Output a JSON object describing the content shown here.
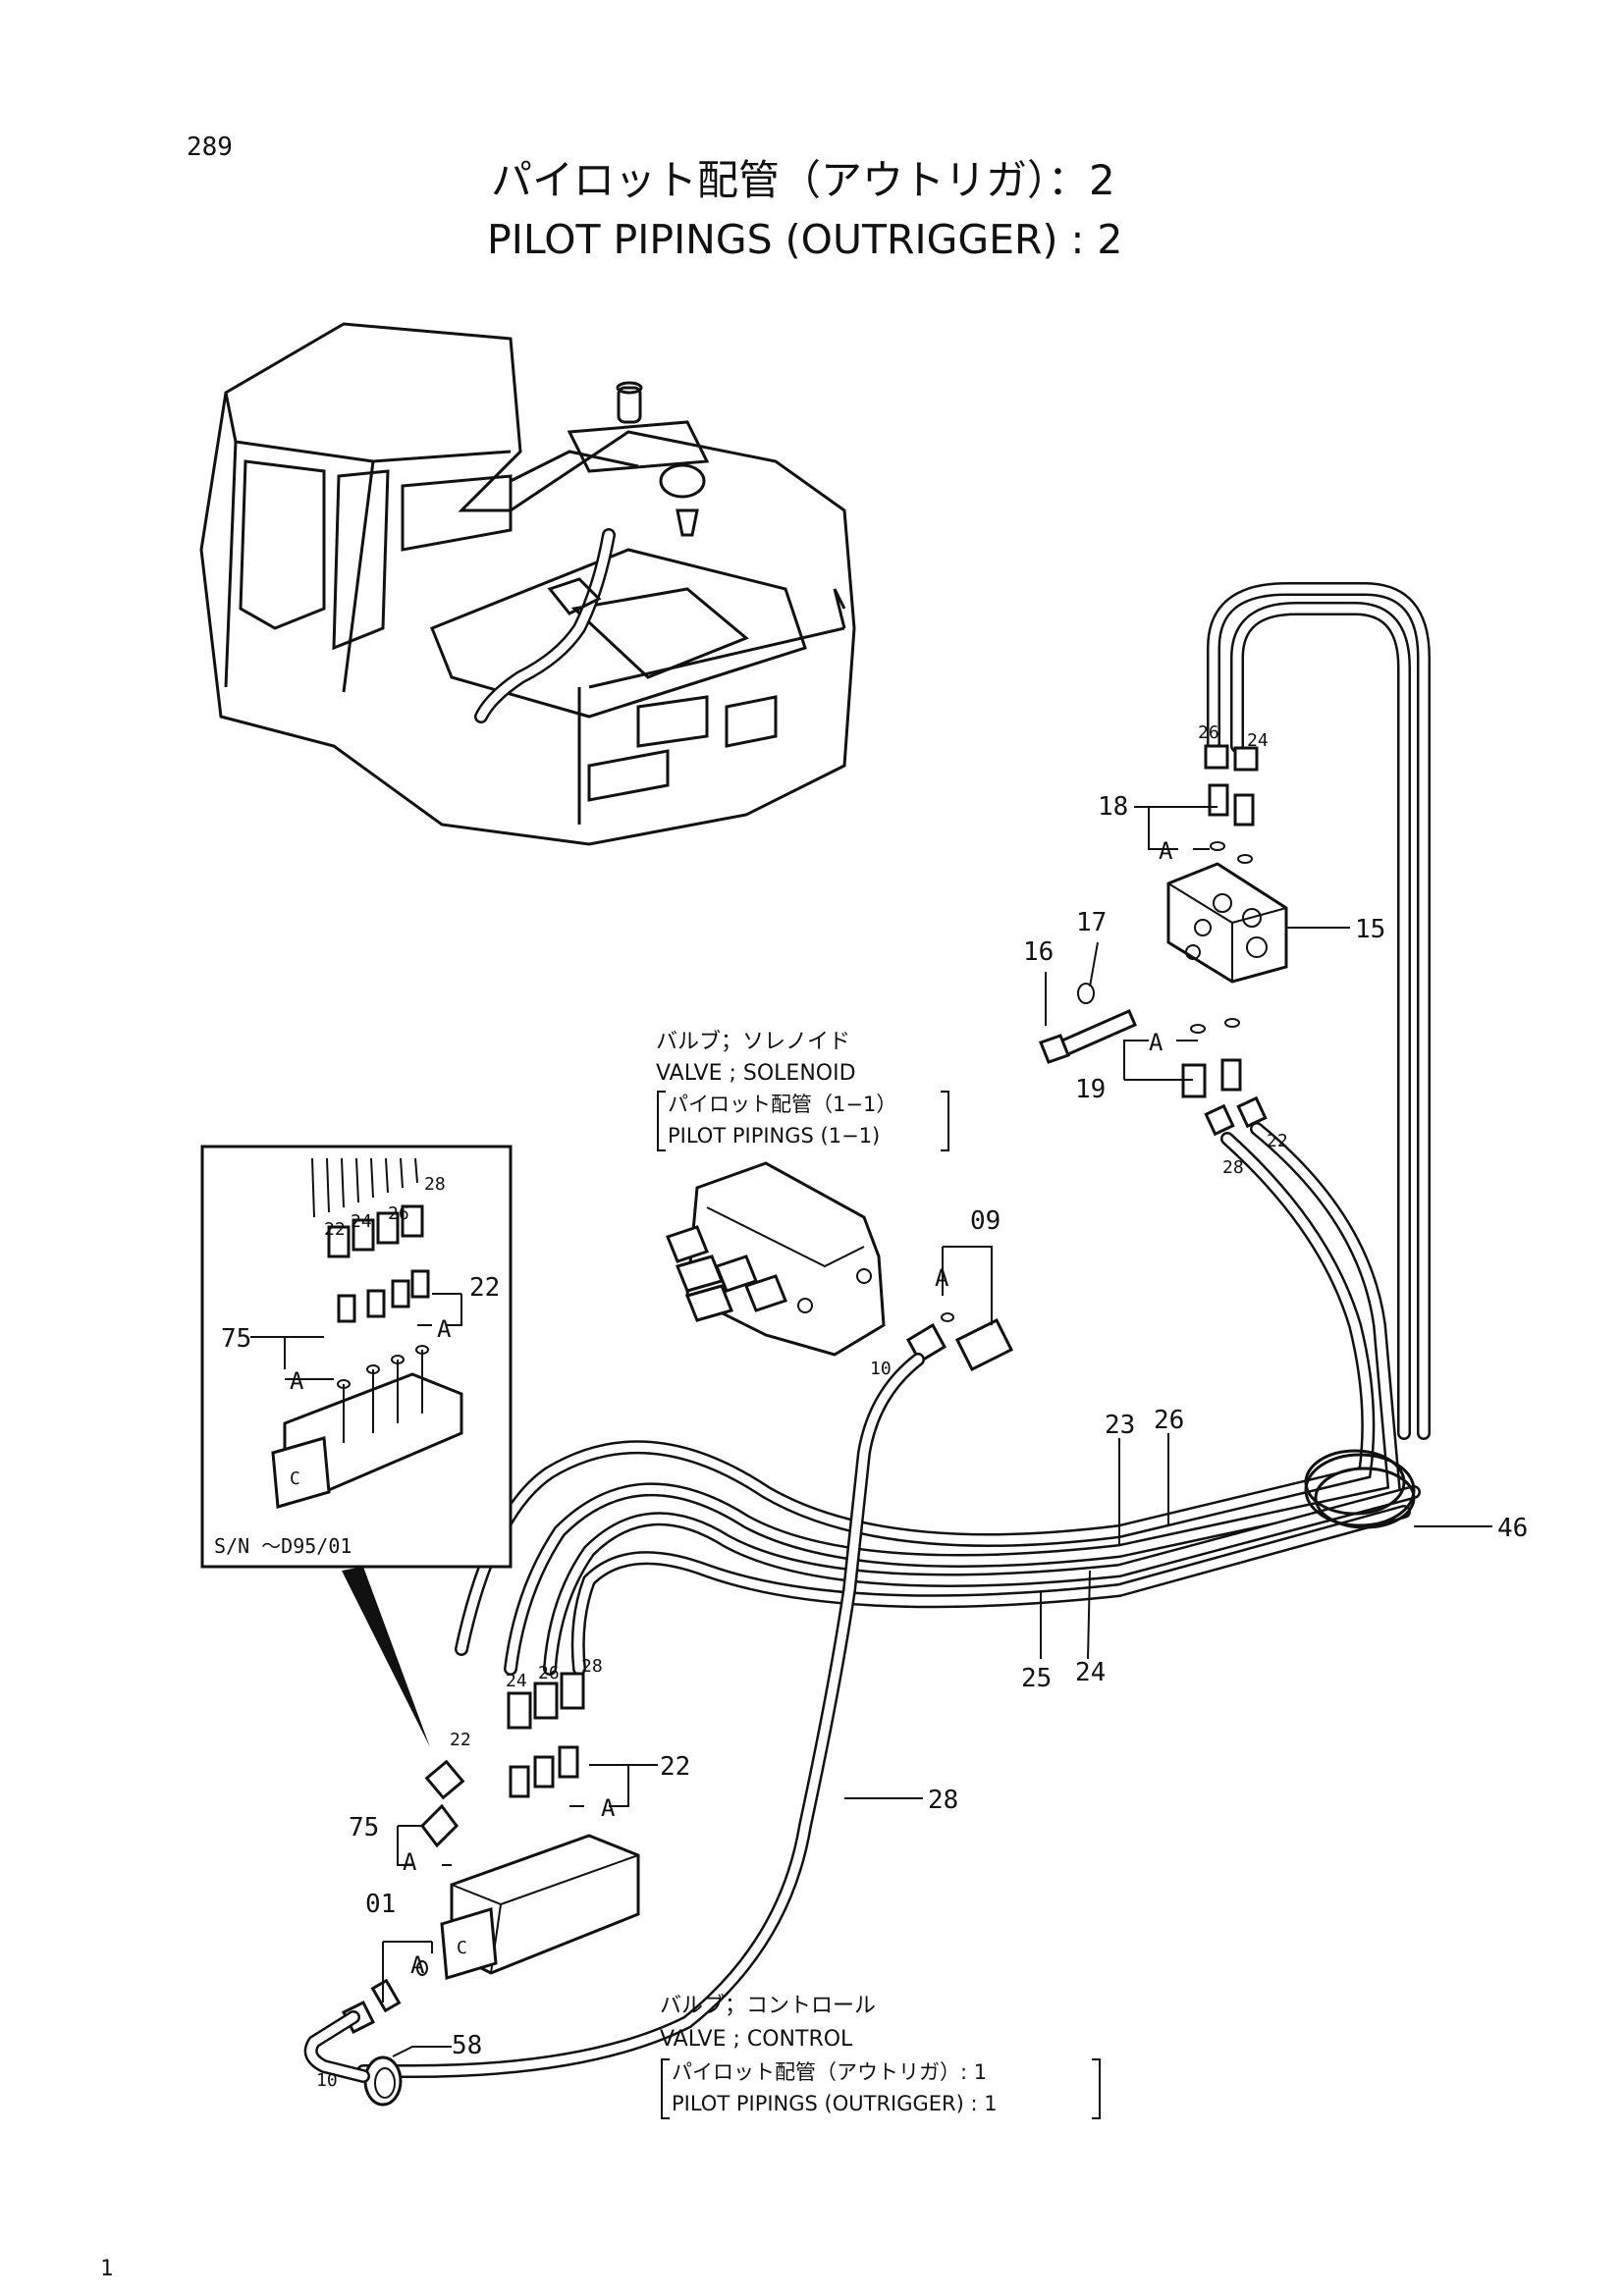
{
  "page_number": "289",
  "title_jp": "パイロット配管（アウトリガ）：2",
  "title_en": "PILOT PIPINGS (OUTRIGGER) : 2",
  "corner_mark": "1",
  "solenoid_label": {
    "jp": "バルブ；ソレノイド",
    "en": "VALVE ; SOLENOID",
    "ref_jp": "パイロット配管（1−1）",
    "ref_en": "PILOT PIPINGS (1−1)"
  },
  "control_label": {
    "jp": "バルブ；コントロール",
    "en": "VALVE ; CONTROL",
    "ref_jp": "パイロット配管（アウトリガ）: 1",
    "ref_en": "PILOT PIPINGS (OUTRIGGER) : 1"
  },
  "inset": {
    "serial": "S/N ～D95/01"
  },
  "callouts": {
    "p01": "01",
    "p09": "09",
    "p10a": "10",
    "p10b": "10",
    "p15": "15",
    "p16": "16",
    "p17": "17",
    "p18": "18",
    "p19": "19",
    "p22a": "22",
    "p22b": "22",
    "p22c": "22",
    "p22d": "22",
    "p22e": "22",
    "p23": "23",
    "p24a": "24",
    "p24b": "24",
    "p24c": "24",
    "p24d": "24",
    "p25": "25",
    "p26a": "26",
    "p26b": "26",
    "p26c": "26",
    "p26d": "26",
    "p28a": "28",
    "p28b": "28",
    "p28c": "28",
    "p28d": "28",
    "p46": "46",
    "p58": "58",
    "p75a": "75",
    "p75b": "75",
    "a1": "A",
    "a2": "A",
    "a3": "A",
    "a4": "A",
    "a5": "A",
    "a6": "A",
    "a7": "A",
    "a8": "A"
  }
}
